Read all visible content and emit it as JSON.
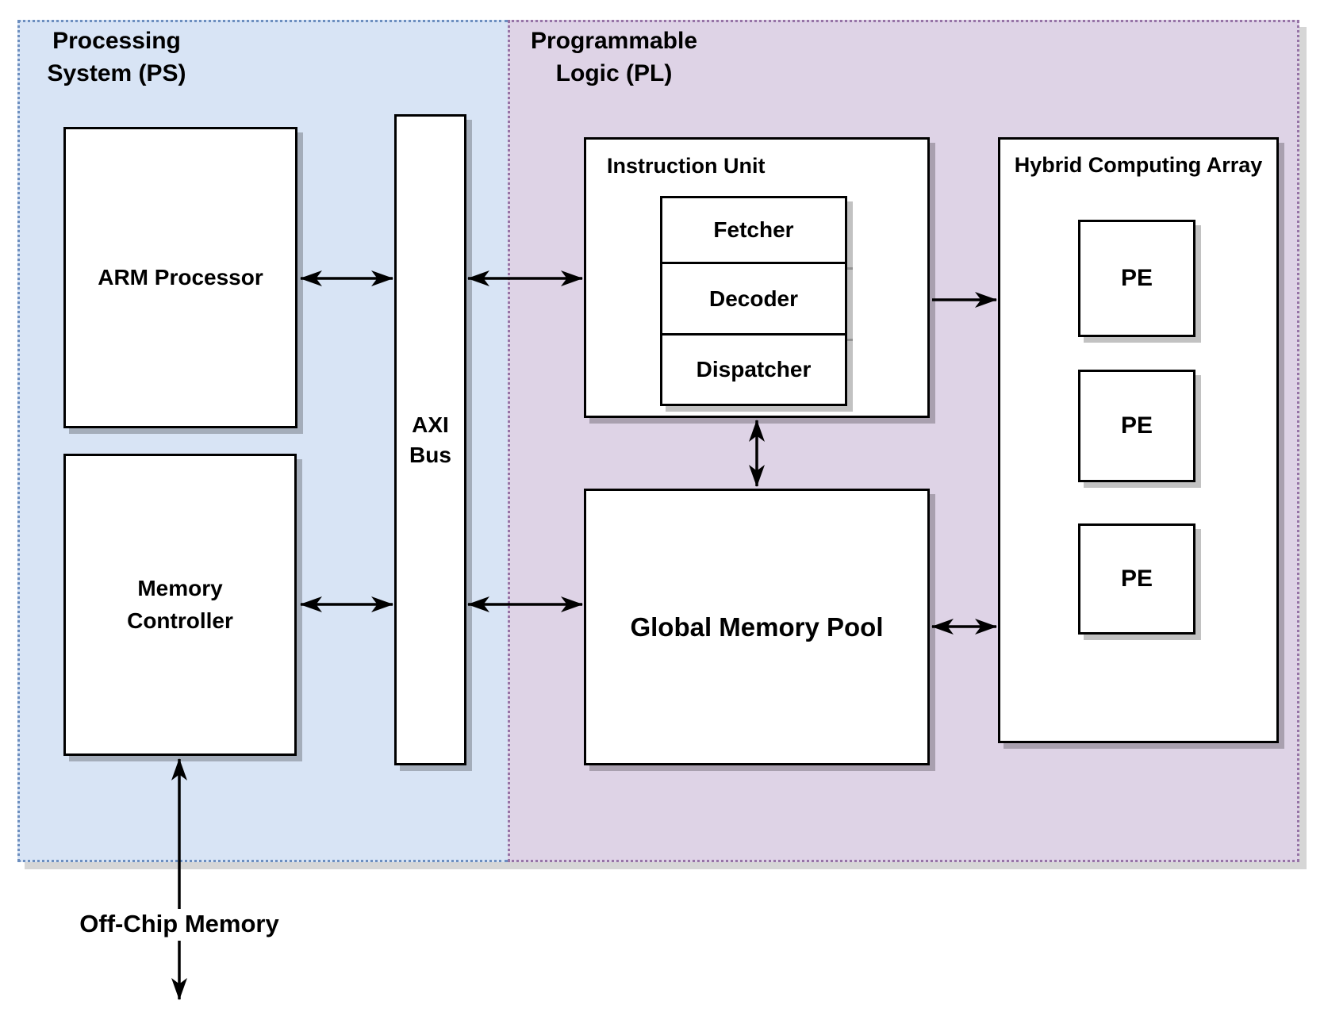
{
  "diagram": {
    "regions": {
      "ps": {
        "title_line1": "Processing",
        "title_line2": "System (PS)",
        "fill": "#d8e4f5",
        "stroke": "#6c8ebf"
      },
      "pl": {
        "title_line1": "Programmable",
        "title_line2": "Logic (PL)",
        "fill": "#ded3e6",
        "stroke": "#9673a6"
      }
    },
    "nodes": {
      "arm_processor": {
        "label": "ARM Processor"
      },
      "memory_controller": {
        "label_line1": "Memory",
        "label_line2": "Controller"
      },
      "axi_bus": {
        "label_line1": "AXI",
        "label_line2": "Bus"
      },
      "instruction_unit": {
        "title": "Instruction Unit"
      },
      "fetcher": {
        "label": "Fetcher"
      },
      "decoder": {
        "label": "Decoder"
      },
      "dispatcher": {
        "label": "Dispatcher"
      },
      "global_memory_pool": {
        "label": "Global Memory Pool"
      },
      "hybrid_computing_array": {
        "title": "Hybrid Computing Array"
      },
      "pe_units": [
        "PE",
        "PE",
        "PE"
      ]
    },
    "external": {
      "off_chip_memory": "Off-Chip Memory"
    },
    "edges": [
      {
        "from": "arm-processor",
        "to": "axi-bus",
        "type": "bidirectional"
      },
      {
        "from": "axi-bus",
        "to": "instruction-unit",
        "type": "bidirectional"
      },
      {
        "from": "memory-controller",
        "to": "axi-bus",
        "type": "bidirectional"
      },
      {
        "from": "axi-bus",
        "to": "global-memory-pool",
        "type": "bidirectional"
      },
      {
        "from": "instruction-unit",
        "to": "global-memory-pool",
        "type": "bidirectional"
      },
      {
        "from": "instruction-unit",
        "to": "hybrid-computing-array",
        "type": "directed"
      },
      {
        "from": "global-memory-pool",
        "to": "hybrid-computing-array",
        "type": "bidirectional"
      },
      {
        "from": "memory-controller",
        "to": "off-chip-memory",
        "type": "bidirectional"
      }
    ],
    "colors": {
      "node_fill": "#ffffff",
      "node_stroke": "#000000",
      "edge_stroke": "#000000",
      "text": "#000000"
    }
  }
}
